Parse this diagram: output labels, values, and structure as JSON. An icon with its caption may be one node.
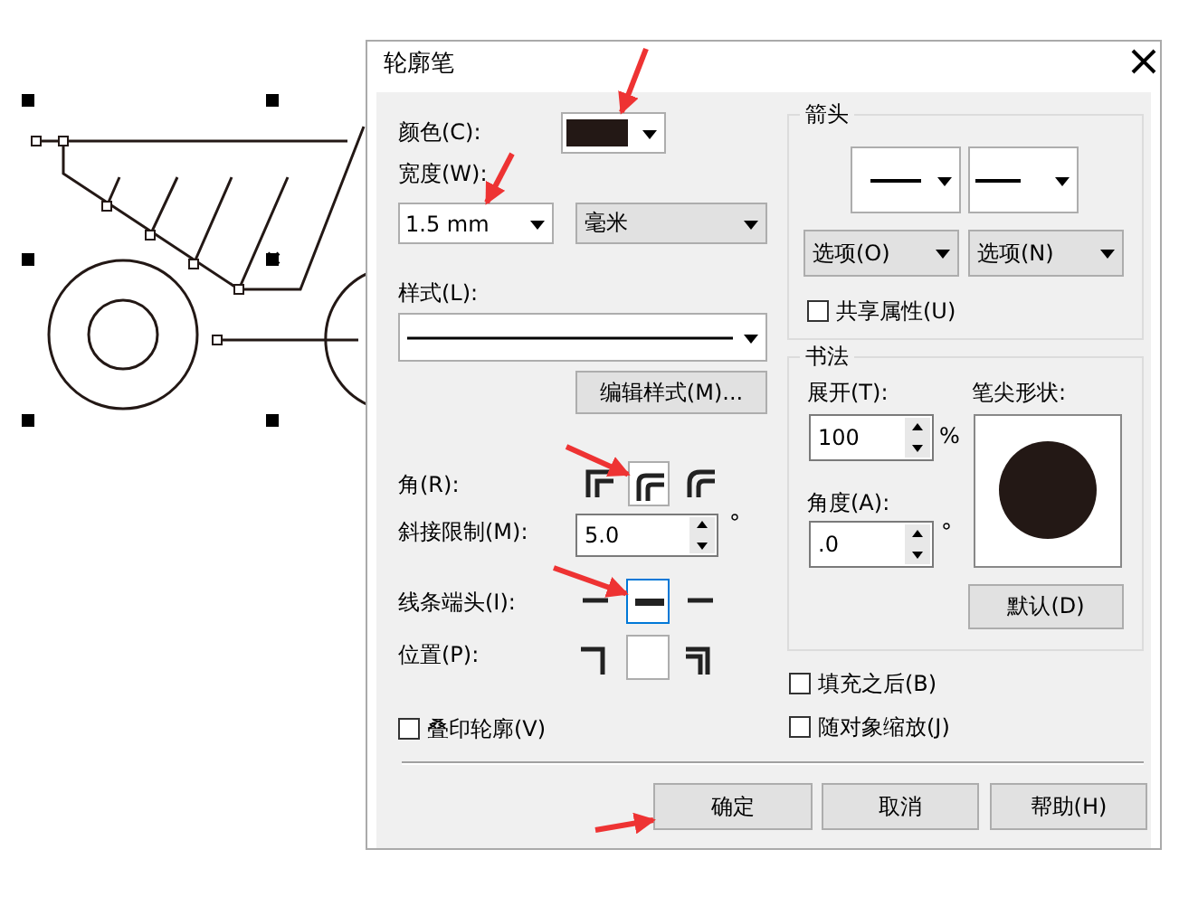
{
  "diagram": {
    "title": "轮廓笔",
    "nodes": [
      {
        "text": [],
        "shape": "box"
      },
      {
        "text": [
          "1.5 mm"
        ]
      },
      {
        "text": [
          "毫米"
        ]
      },
      {
        "text": [
          "编辑样式(M)..."
        ]
      },
      {
        "text": [],
        "shape": "box"
      },
      {
        "text": [],
        "shape": "box"
      },
      {
        "text": [
          "选项(O)"
        ]
      },
      {
        "text": [
          "选项(N)"
        ]
      },
      {
        "text": [
          "默认(D)"
        ]
      },
      {
        "text": [
          "确定"
        ]
      },
      {
        "text": [
          "取消"
        ]
      },
      {
        "text": [
          "帮助(H)"
        ]
      }
    ],
    "edges": [
      {
        "from": null,
        "to": 0,
        "arrow": "to"
      },
      {
        "from": null,
        "to": 1,
        "arrow": "to"
      },
      {
        "from": null,
        "to": 4,
        "arrow": "to"
      },
      {
        "from": null,
        "to": 5,
        "arrow": "to"
      },
      {
        "from": null,
        "to": 9,
        "arrow": "to"
      }
    ],
    "labels": [
      "颜色(C):",
      "宽度(W):",
      "样式(L):",
      "角(R):",
      "斜接限制(M):",
      "5.0",
      "°",
      "线条端头(I):",
      "位置(P):",
      "叠印轮廓(V)",
      "箭头",
      "共享属性(U)",
      "书法",
      "展开(T):",
      "100",
      "%",
      "笔尖形状:",
      "角度(A):",
      ".0",
      "°",
      "填充之后(B)",
      "随对象缩放(J)"
    ]
  }
}
